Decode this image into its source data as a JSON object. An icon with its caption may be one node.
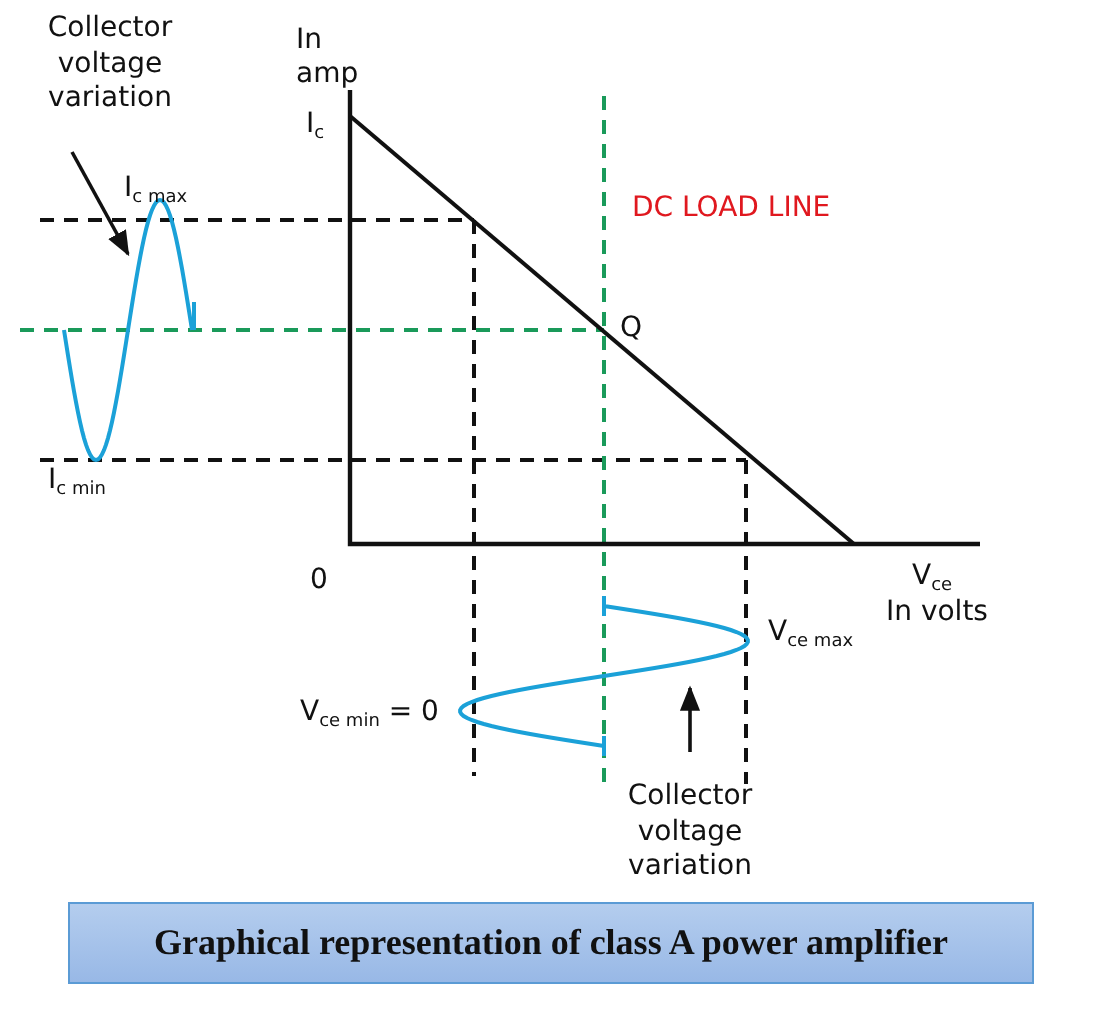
{
  "diagram": {
    "caption": "Graphical representation of class A power amplifier",
    "nodes": [
      {
        "text": [
          "Collector voltage variation"
        ]
      },
      {
        "text": [],
        "shape": "wave"
      },
      {
        "text": [
          "Collector voltage variation"
        ]
      },
      {
        "text": [],
        "shape": "wave"
      }
    ],
    "edges": [
      {
        "from": 0,
        "to": 1,
        "arrow": "to"
      },
      {
        "from": 2,
        "to": 3,
        "arrow": "to"
      }
    ],
    "labels": [
      "In amp",
      "I$_{c}$",
      "I$_{c max}$",
      "DC LOAD LINE",
      "Q",
      "I$_{c min}$",
      "0",
      "V$_{ce}$",
      "In volts",
      "V$_{ce max}$",
      "V$_{ce min}$ = 0"
    ]
  }
}
